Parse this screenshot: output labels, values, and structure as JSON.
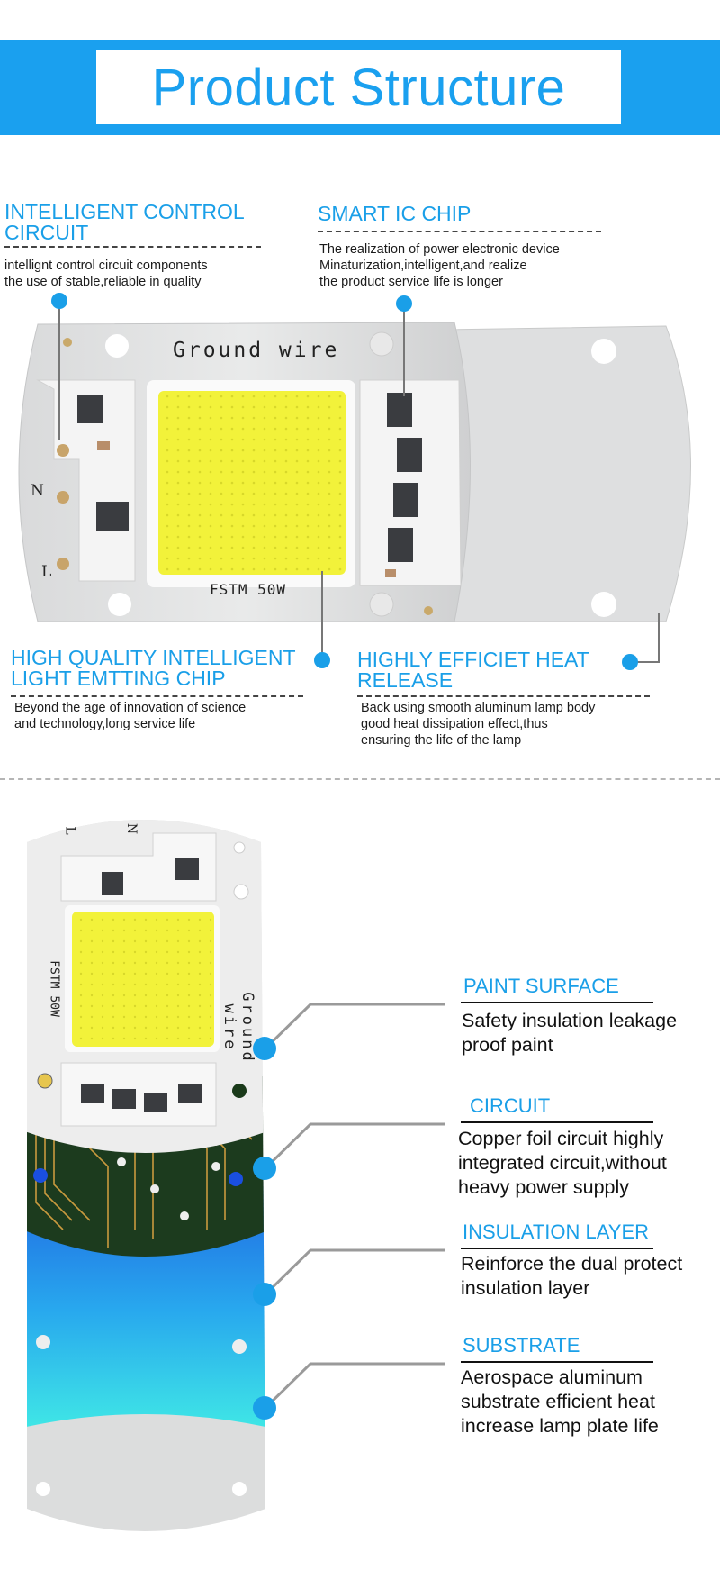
{
  "header": {
    "title": "Product Structure"
  },
  "top_chip": {
    "ground_label": "Ground wire",
    "model_label": "FSTM 50W",
    "n_label": "N",
    "l_label": "L"
  },
  "annotations": [
    {
      "title": "INTELLIGENT CONTROL\nCIRCUIT",
      "desc": "intellignt control circuit components\nthe use of stable,reliable in quality"
    },
    {
      "title": "SMART IC CHIP",
      "desc": "The realization of power electronic device\nMinaturization,intelligent,and realize\nthe product service life is longer"
    },
    {
      "title": "HIGH QUALITY INTELLIGENT\nLIGHT EMTTING CHIP",
      "desc": "Beyond the age of innovation of science\nand technology,long  service life"
    },
    {
      "title": "HIGHLY EFFICIET HEAT\nRELEASE",
      "desc": "Back using smooth aluminum lamp body\ngood heat dissipation effect,thus\nensuring the life of the lamp"
    }
  ],
  "layers": [
    {
      "title": "PAINT SURFACE",
      "desc": "Safety insulation leakage\nproof paint"
    },
    {
      "title": "CIRCUIT",
      "desc": "Copper foil circuit highly\nintegrated circuit,without\nheavy power supply"
    },
    {
      "title": "INSULATION LAYER",
      "desc": "Reinforce the dual protect\ninsulation layer"
    },
    {
      "title": "SUBSTRATE",
      "desc": "Aerospace aluminum\nsubstrate efficient heat\nincrease lamp plate life"
    }
  ],
  "colors": {
    "accent": "#1aa0ef",
    "led": "#f2f23a"
  }
}
